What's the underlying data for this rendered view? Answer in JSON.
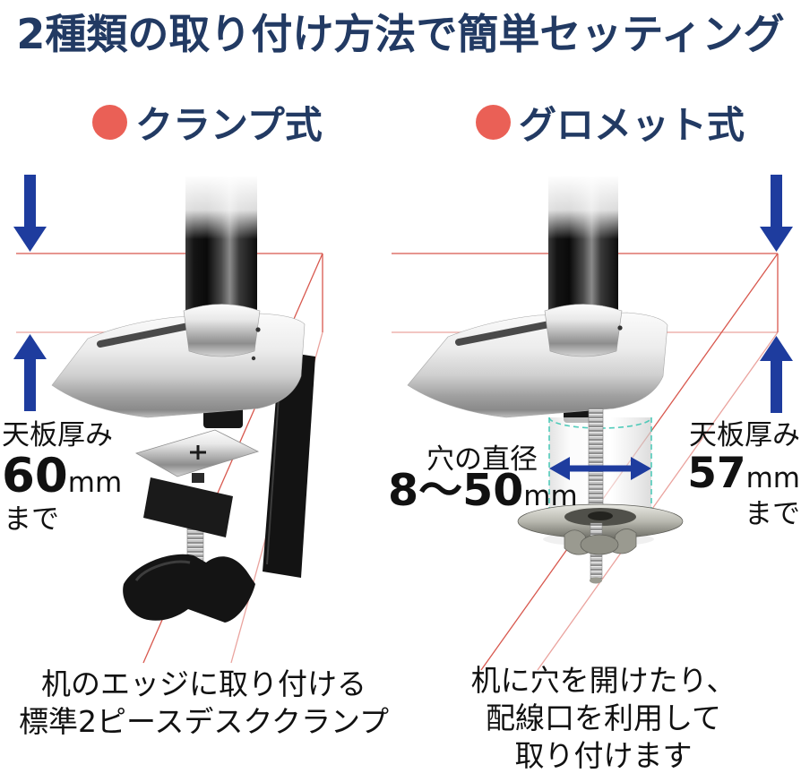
{
  "title": "2種類の取り付け方法で簡単セッティング",
  "left": {
    "heading": "クランプ式",
    "thickness": {
      "label": "天板厚み",
      "value": "60",
      "unit": "mm",
      "suffix": "まで"
    },
    "caption": [
      "机のエッジに取り付ける",
      "標準2ピースデスククランプ"
    ]
  },
  "right": {
    "heading": "グロメット式",
    "hole": {
      "label": "穴の直径",
      "value": "8〜50",
      "unit": "mm"
    },
    "thickness": {
      "label": "天板厚み",
      "value": "57",
      "unit": "mm",
      "suffix": "まで"
    },
    "caption": [
      "机に穴を開けたり、",
      "配線口を利用して",
      "取り付けます"
    ]
  },
  "icons": {
    "left_top": "down-arrow-icon",
    "left_bottom": "up-arrow-icon",
    "right_top": "down-arrow-icon",
    "right_bottom": "up-arrow-icon",
    "diameter": "horizontal-double-arrow-icon"
  },
  "colors": {
    "title_navy": "#223a63",
    "bullet_red": "#ea6056",
    "arrow_blue": "#1e3c9e",
    "guide_red": "#d8584e",
    "teal_dash": "#3fc6b4",
    "text_black": "#111111"
  }
}
